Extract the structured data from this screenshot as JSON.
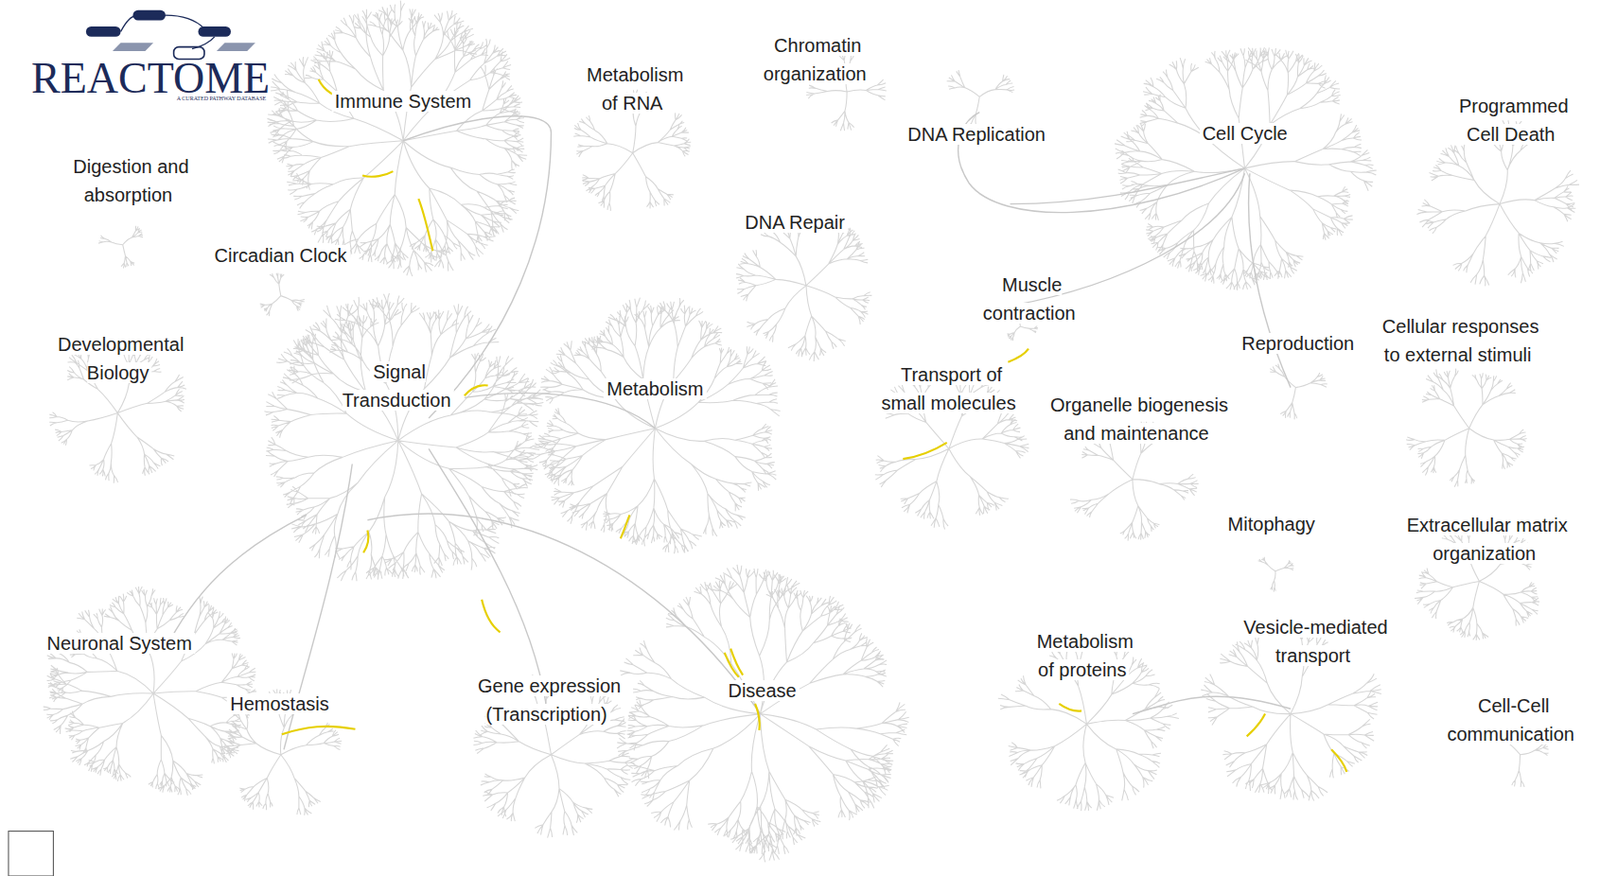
{
  "diagram": {
    "labels": [
      "REACTOME",
      "A CURATED PATHWAY DATABASE",
      "Immune System",
      "Metabolism of RNA",
      "Chromatin organization",
      "DNA Replication",
      "Cell Cycle",
      "Programmed Cell Death",
      "Digestion and absorption",
      "DNA Repair",
      "Circadian Clock",
      "Muscle contraction",
      "Developmental Biology",
      "Signal Transduction",
      "Reproduction",
      "Cellular responses to external stimuli",
      "Metabolism",
      "Transport of small molecules",
      "Organelle biogenesis and maintenance",
      "Mitophagy",
      "Extracellular matrix organization",
      "Neuronal System",
      "Metabolism of proteins",
      "Vesicle-mediated transport",
      "Gene expression (Transcription)",
      "Disease",
      "Hemostasis",
      "Cell-Cell communication"
    ]
  }
}
